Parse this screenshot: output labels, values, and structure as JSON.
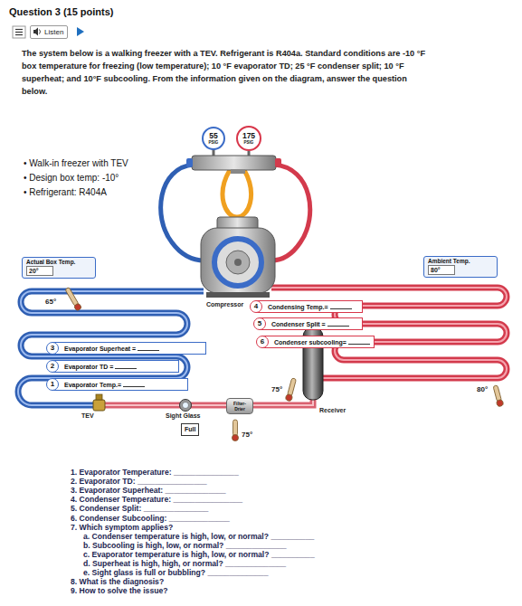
{
  "diagram": {
    "title": "Question 3 (15 points)",
    "nodes": [
      {
        "text": [
          "Listen"
        ]
      },
      {
        "text": [
          "55",
          "PSIG"
        ]
      },
      {
        "text": [
          "175",
          "PSIG"
        ]
      },
      {
        "text": [
          "Actual Box Temp.",
          "20°"
        ]
      },
      {
        "text": [
          "Ambient Temp.",
          "80°"
        ]
      },
      {
        "text": [
          "Condensing Temp.="
        ]
      },
      {
        "text": [
          "4"
        ],
        "in": 5
      },
      {
        "text": [
          "Condenser Split ="
        ]
      },
      {
        "text": [
          "5"
        ],
        "in": 7
      },
      {
        "text": [
          "Condenser subcooling="
        ]
      },
      {
        "text": [
          "6"
        ],
        "in": 9
      },
      {
        "text": [
          "Evaporator Superheat ="
        ]
      },
      {
        "text": [
          "3"
        ],
        "in": 11
      },
      {
        "text": [
          "Evaporator TD ="
        ]
      },
      {
        "text": [
          "2"
        ],
        "in": 13
      },
      {
        "text": [
          "Evaporator Temp.="
        ]
      },
      {
        "text": [
          "1"
        ],
        "in": 15
      },
      {
        "text": [
          "Filter- Drier"
        ]
      },
      {
        "text": [
          "Full"
        ]
      }
    ],
    "labels": [
      "The system below is a walking freezer with a TEV. Refrigerant is R404a. Standard conditions are -10 °F box temperature for freezing (low temperature); 10 °F evaporator TD; 25 °F condenser split; 10 °F superheat; and 10°F subcooling. From the information given on the diagram, answer the question below.",
      "• Walk-in freezer with TEV",
      "• Design box temp: -10°",
      "• Refrigerant: R404A",
      "65°",
      "Compressor",
      "75°",
      "80°",
      "TEV",
      "Sight Glass",
      "75°",
      "Receiver",
      "1. Evaporator Temperature: _______________",
      "2. Evaporator TD: ________________",
      "3. Evaporator Superheat: ______________",
      "4. Condenser Temperature: ________________",
      "5. Condenser Split: _______________",
      "6. Condenser Subcooling: ______________",
      "7. Which symptom applies?",
      "a. Condenser temperature is high, low, or normal? __________",
      "b. Subcooling is high, low, or normal? ______________",
      "c. Evaporator temperature is high, low, or normal? __________",
      "d. Superheat is high, high, or normal? ______________",
      "e. Sight glass is full or bubbling? ______________",
      "8. What is the diagnosis?",
      "9. How to solve the issue?"
    ]
  }
}
